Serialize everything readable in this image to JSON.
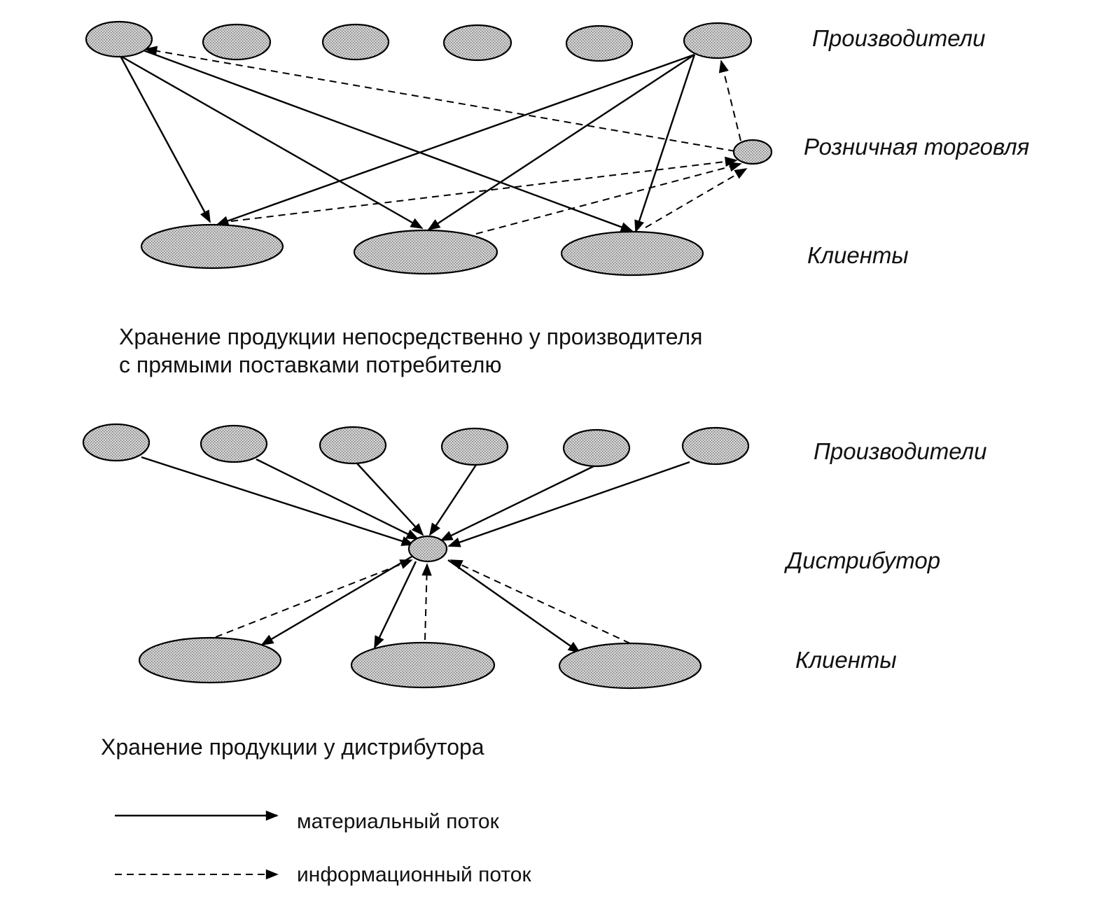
{
  "top": {
    "labels": {
      "producers": "Производители",
      "retail": "Розничная торговля",
      "clients": "Клиенты"
    },
    "caption": [
      "Хранение продукции непосредственно у производителя",
      "с прямыми поставками потребителю"
    ]
  },
  "bottom": {
    "labels": {
      "producers": "Производители",
      "distributor": "Дистрибутор",
      "clients": "Клиенты"
    },
    "caption": [
      "Хранение продукции у дистрибутора"
    ]
  },
  "legend": {
    "material": "материальный поток",
    "info": "информационный поток"
  },
  "colors": {
    "ink": "#000000",
    "node_fill": "#c8c8c8"
  }
}
